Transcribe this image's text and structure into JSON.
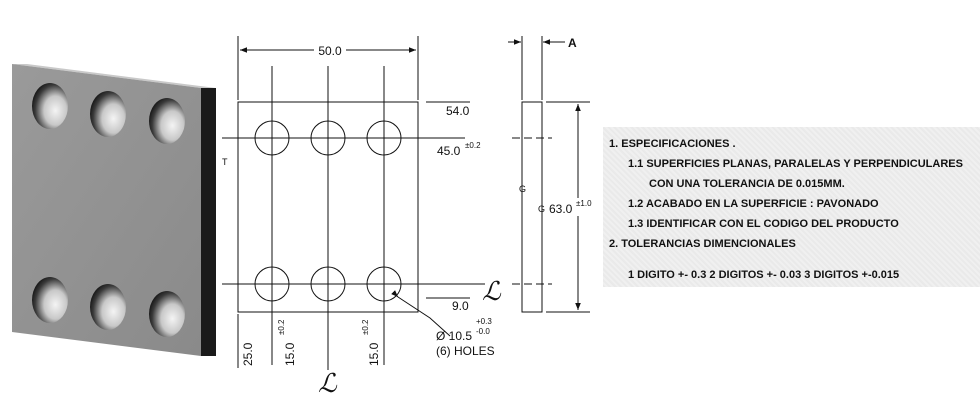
{
  "drawing": {
    "width_dim": "50.0",
    "view_label": "A",
    "dim_54": "54.0",
    "dim_45": "45.0",
    "tol_45": "±0.2",
    "dim_63": "63.0",
    "tol_63": "±1.0",
    "dim_9": "9.0",
    "dim_25": "25.0",
    "dim_15a": "15.0",
    "tol_15a": "±0.2",
    "dim_15b": "15.0",
    "tol_15b": "±0.2",
    "hole_dia": "Ø 10.5",
    "hole_tol_plus": "+0.3",
    "hole_tol_minus": "-0.0",
    "hole_count": "(6) HOLES",
    "mark_t": "T",
    "mark_g1": "G",
    "mark_g2": "G",
    "centerline_symbol": "ℒ"
  },
  "specs": {
    "l1": "1.    ESPECIFICACIONES .",
    "l2": "1.1 SUPERFICIES PLANAS, PARALELAS Y PERPENDICULARES",
    "l3": "CON UNA TOLERANCIA DE 0.015MM.",
    "l4": "1.2 ACABADO EN LA SUPERFICIE : PAVONADO",
    "l5": "1.3 IDENTIFICAR CON EL CODIGO DEL PRODUCTO",
    "l6": "2.    TOLERANCIAS DIMENCIONALES",
    "l7": "1 DIGITO +- 0.3    2 DIGITOS +- 0.03    3 DIGITOS +-0.015"
  }
}
